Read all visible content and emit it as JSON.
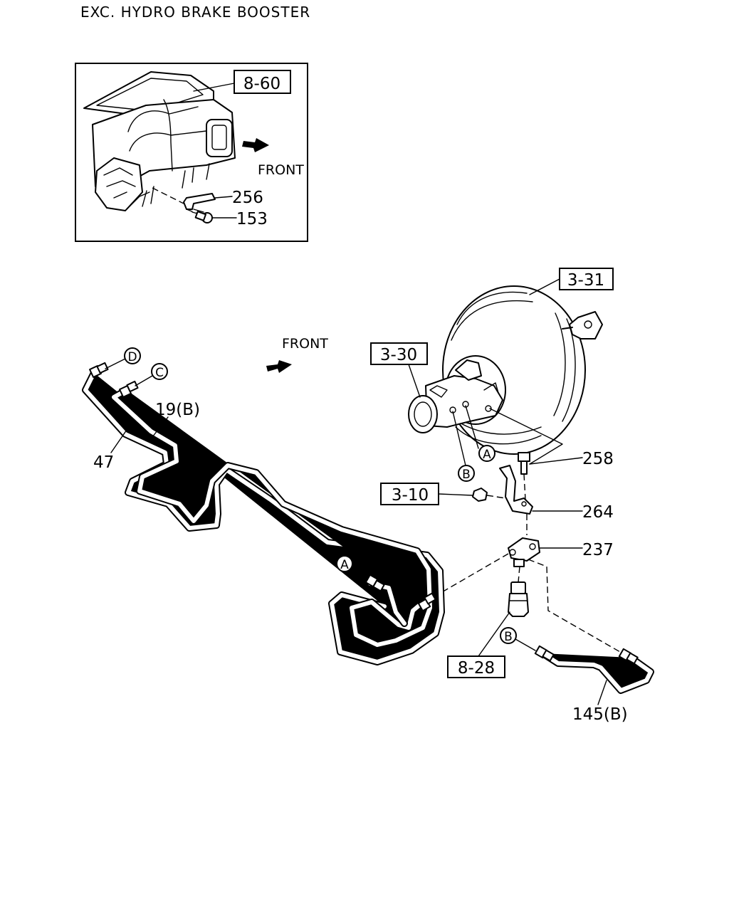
{
  "header": {
    "title": "EXC. HYDRO BRAKE BOOSTER"
  },
  "inset": {
    "front_label": "FRONT",
    "ref_box": "8-60",
    "labels": {
      "bracket": "256",
      "bolt": "153"
    }
  },
  "main": {
    "front_label": "FRONT",
    "ref_boxes": {
      "booster": "3-31",
      "master_cylinder": "3-30",
      "nut": "3-10",
      "switch": "8-28"
    },
    "part_labels": {
      "pipe_19b": "19(B)",
      "pipe_47": "47",
      "bolt": "258",
      "bracket": "264",
      "joint": "237",
      "pipe_145b": "145(B)"
    },
    "connectors": {
      "A": "A",
      "B": "B",
      "C": "C",
      "D": "D"
    }
  }
}
